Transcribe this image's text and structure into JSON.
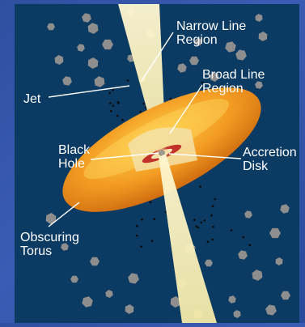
{
  "colors": {
    "panel_background": "#0b3a63",
    "page_background": "#3a5cb4",
    "torus_orange": "#f08a1e",
    "jet_cream": "#f7f0c0",
    "cloud_grey": "#8c8c8c",
    "label_white": "#ffffff"
  },
  "labels": {
    "narrow_line_region": [
      "Narrow Line",
      "Region"
    ],
    "broad_line_region": [
      "Broad Line",
      "Region"
    ],
    "jet": [
      "Jet"
    ],
    "black_hole": [
      "Black",
      "Hole"
    ],
    "accretion_disk": [
      "Accretion",
      "Disk"
    ],
    "obscuring_torus": [
      "Obscuring",
      "Torus"
    ]
  }
}
